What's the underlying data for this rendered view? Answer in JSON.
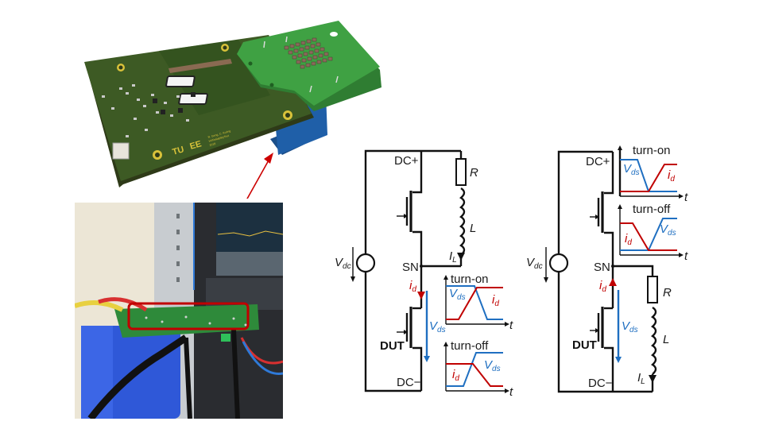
{
  "figure": {
    "pcb_render": {
      "description": "3D render of power module test PCB with gate driver and DUT board",
      "silkscreen": {
        "logo_left": "TU",
        "logo_right": "EE",
        "text_line1": "R. Geng, C. Kuring",
        "text_line2": "HVReliabilityTest",
        "text_line3": "2018"
      }
    },
    "photo": {
      "description": "Photograph of test setup in lab rack with highlighted board"
    },
    "colors": {
      "arrow": "#cc0000",
      "highlight_box": "#c00000",
      "current": "#c00000",
      "voltage": "#1f6fc1",
      "wire": "#111111"
    },
    "circuit_left": {
      "node_top": "DC+",
      "node_mid": "SN",
      "node_bottom": "DC−",
      "source_label": "V",
      "source_sub": "dc",
      "resistor": "R",
      "inductor": "L",
      "load_current": "I",
      "load_current_sub": "L",
      "device_label": "DUT",
      "current_label": "i",
      "current_sub": "d",
      "voltage_label": "V",
      "voltage_sub": "ds",
      "waveforms": [
        {
          "title": "turn-on",
          "axis": "t",
          "v_label": "V",
          "v_sub": "ds",
          "i_label": "i",
          "i_sub": "d"
        },
        {
          "title": "turn-off",
          "axis": "t",
          "v_label": "V",
          "v_sub": "ds",
          "i_label": "i",
          "i_sub": "d"
        }
      ]
    },
    "circuit_right": {
      "node_top": "DC+",
      "node_mid": "SN",
      "node_bottom": "DC−",
      "source_label": "V",
      "source_sub": "dc",
      "resistor": "R",
      "inductor": "L",
      "load_current": "I",
      "load_current_sub": "L",
      "device_label": "DUT",
      "current_label": "i",
      "current_sub": "d",
      "voltage_label": "V",
      "voltage_sub": "ds",
      "waveforms": [
        {
          "title": "turn-on",
          "axis": "t",
          "v_label": "V",
          "v_sub": "ds",
          "i_label": "i",
          "i_sub": "d"
        },
        {
          "title": "turn-off",
          "axis": "t",
          "v_label": "V",
          "v_sub": "ds",
          "i_label": "i",
          "i_sub": "d"
        }
      ]
    }
  }
}
